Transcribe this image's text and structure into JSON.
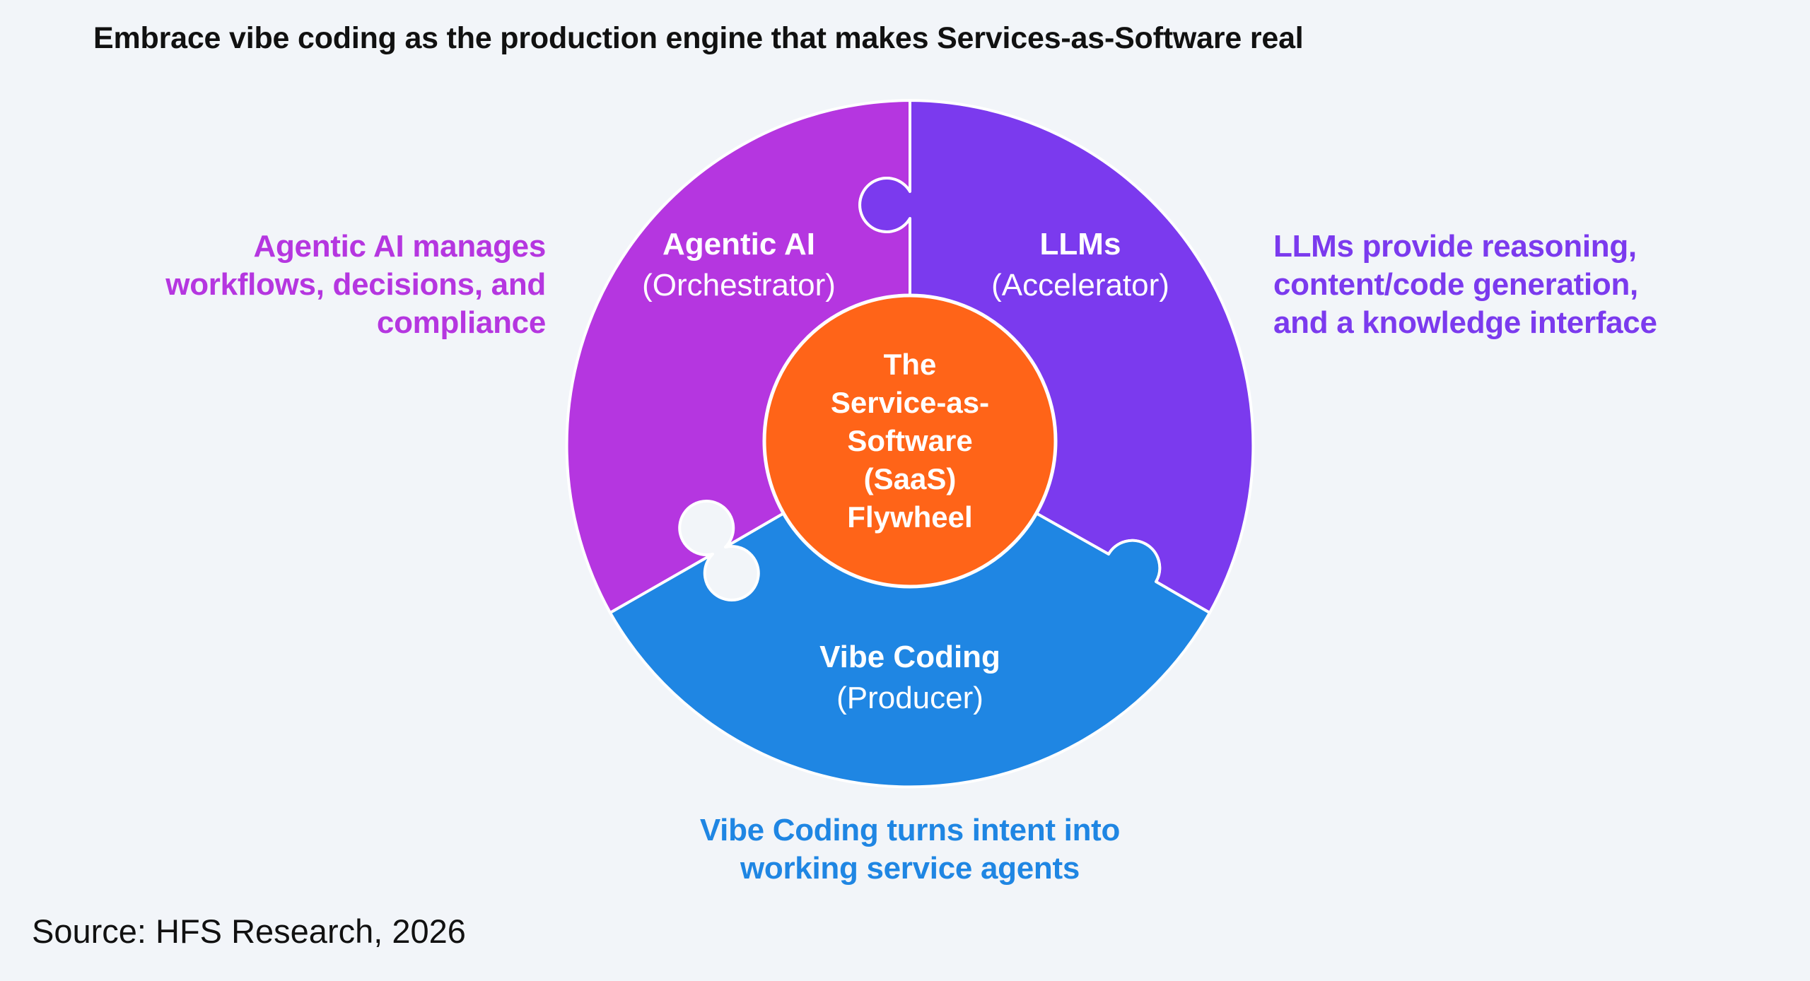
{
  "title": "Embrace vibe coding as the production engine that makes Services-as-Software real",
  "segments": [
    {
      "key": "agentic",
      "title": "Agentic AI",
      "subtitle": "(Orchestrator)",
      "color": "#B536E0"
    },
    {
      "key": "llms",
      "title": "LLMs",
      "subtitle": "(Accelerator)",
      "color": "#7B3AEE"
    },
    {
      "key": "vibe",
      "title": "Vibe Coding",
      "subtitle": "(Producer)",
      "color": "#1F86E3"
    }
  ],
  "center": {
    "lines": [
      "The",
      "Service-as-",
      "Software",
      "(SaaS)",
      "Flywheel"
    ],
    "color": "#FF6418"
  },
  "callouts": {
    "left": [
      "Agentic AI manages",
      "workflows, decisions, and",
      "compliance"
    ],
    "right": [
      "LLMs provide reasoning,",
      "content/code generation,",
      "and a knowledge interface"
    ],
    "bottom": [
      "Vibe Coding turns intent into",
      "working service agents"
    ]
  },
  "source": "Source: HFS Research, 2026"
}
